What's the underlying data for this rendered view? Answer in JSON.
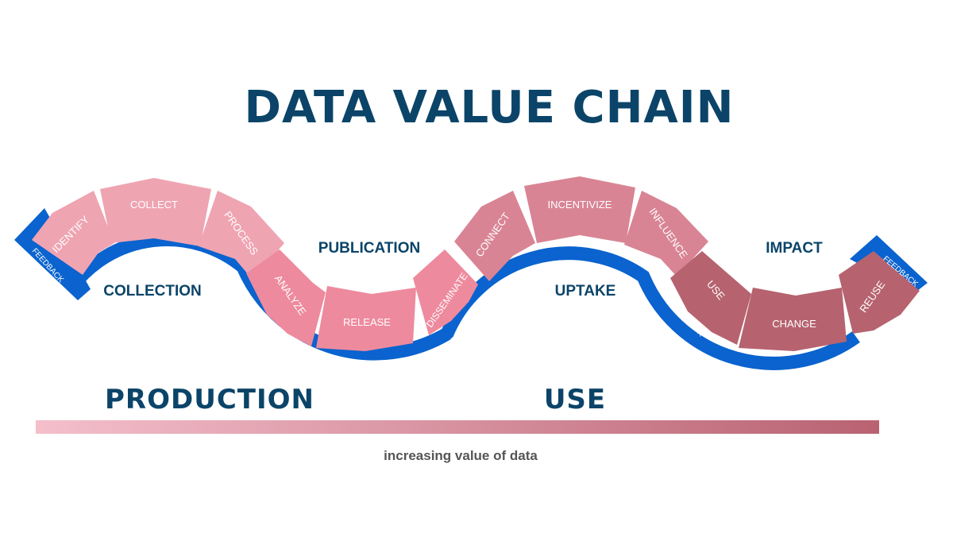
{
  "title": "DATA VALUE CHAIN",
  "stages": {
    "collection": "COLLECTION",
    "publication": "PUBLICATION",
    "uptake": "UPTAKE",
    "impact": "IMPACT"
  },
  "steps": [
    {
      "label": "IDENTIFY",
      "color": "#efa4b2"
    },
    {
      "label": "COLLECT",
      "color": "#efa4b2"
    },
    {
      "label": "PROCESS",
      "color": "#efa4b2"
    },
    {
      "label": "ANALYZE",
      "color": "#ee8a9e"
    },
    {
      "label": "RELEASE",
      "color": "#ee8a9e"
    },
    {
      "label": "DISSEMINATE",
      "color": "#ee8a9e"
    },
    {
      "label": "CONNECT",
      "color": "#d98494"
    },
    {
      "label": "INCENTIVIZE",
      "color": "#d98494"
    },
    {
      "label": "INFLUENCE",
      "color": "#d98494"
    },
    {
      "label": "USE",
      "color": "#b6636f"
    },
    {
      "label": "CHANGE",
      "color": "#b6636f"
    },
    {
      "label": "REUSE",
      "color": "#b6636f"
    }
  ],
  "feedback_label": "FEEDBACK",
  "phases": {
    "production": "PRODUCTION",
    "use": "USE"
  },
  "bar_caption": "increasing value of data",
  "colors": {
    "navy": "#0b4468",
    "blue": "#0a63ce",
    "bar_start": "#f4bfcb",
    "bar_end": "#b96272"
  }
}
